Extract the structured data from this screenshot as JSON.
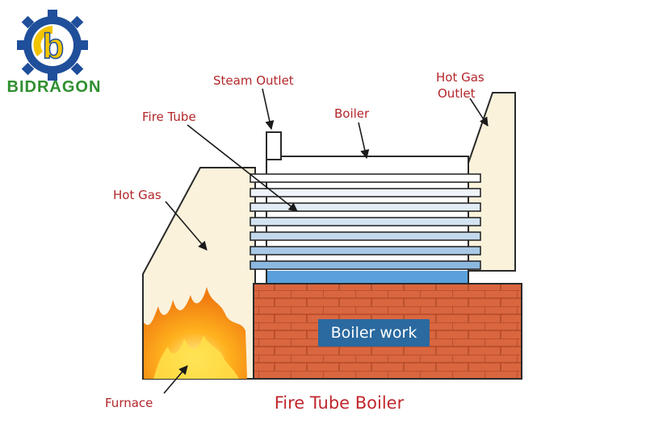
{
  "brand": {
    "name": "BIDRAGON",
    "logo_letter": "b",
    "colors": {
      "blue": "#1f4f9a",
      "yellow": "#f3c400",
      "green": "#2f8f2f"
    }
  },
  "labels": {
    "steam_outlet": "Steam Outlet",
    "hot_gas_outlet_line1": "Hot Gas",
    "hot_gas_outlet_line2": "Outlet",
    "fire_tube": "Fire Tube",
    "boiler": "Boiler",
    "hot_gas": "Hot Gas",
    "furnace": "Furnace"
  },
  "banner": "Boiler work",
  "caption": "Fire Tube Boiler",
  "colors": {
    "label": "#b3262a",
    "brick": "#d9663e",
    "mortar": "#b24a2a",
    "cream": "#fbf2dc",
    "tube": "#bcd6ea",
    "banner": "#2a6aa0"
  }
}
